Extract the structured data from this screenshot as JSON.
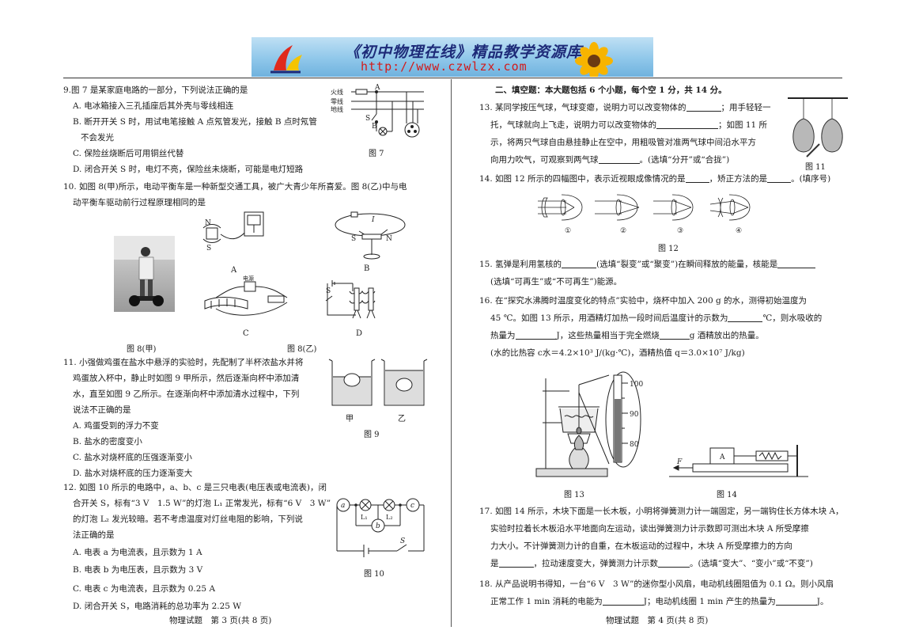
{
  "banner": {
    "title": "《初中物理在线》精品教学资源库",
    "url": "http://www.czwlzx.com"
  },
  "left": {
    "q9": {
      "stem": "9.图 7 是某家庭电路的一部分，下列说法正确的是",
      "A": "A. 电冰箱接入三孔插座后其外壳与零线相连",
      "B1": "B. 断开开关 S 时，用试电笔接触 A 点氖管发光，接触 B 点时氖管",
      "B2": "不会发光",
      "C": "C. 保险丝烧断后可用铜丝代替",
      "D": "D. 闭合开关 S 时，电灯不亮，保险丝未烧断，可能是电灯短路",
      "fig": "图 7",
      "labels": [
        "火线",
        "零线",
        "地线",
        "A",
        "S",
        "B"
      ]
    },
    "q10": {
      "stem1": "10. 如图 8(甲)所示，电动平衡车是一种新型交通工具，被广大青少年所喜爱。图 8(乙)中与电",
      "stem2": "动平衡车驱动前行过程原理相同的是",
      "figA": "A",
      "figB": "B",
      "figC": "C",
      "figD": "D",
      "fig_jia": "图 8(甲)",
      "fig_yi": "图 8(乙)",
      "labels": [
        "N",
        "S",
        "S",
        "N",
        "I",
        "电源",
        "S"
      ]
    },
    "q11": {
      "l1": "11. 小强做鸡蛋在盐水中悬浮的实验时，先配制了半杯浓盐水并将",
      "l2": "鸡蛋放入杯中，静止时如图 9 甲所示，然后逐渐向杯中添加清",
      "l3": "水，直至如图 9 乙所示。在逐渐向杯中添加清水过程中，下列",
      "l4": "说法不正确的是",
      "A": "A. 鸡蛋受到的浮力不变",
      "B": "B. 盐水的密度变小",
      "C": "C. 盐水对烧杯底的压强逐渐变小",
      "D": "D. 盐水对烧杯底的压力逐渐变大",
      "fig": "图 9",
      "jia": "甲",
      "yi": "乙"
    },
    "q12": {
      "l1": "12. 如图 10 所示的电路中，a、b、c 是三只电表(电压表或电流表)，闭",
      "l2": "合开关 S，标有“3 V　1.5 W”的灯泡 L₁ 正常发光，标有“6 V　3 W”",
      "l3": "的灯泡 L₂ 发光较暗。若不考虑温度对灯丝电阻的影响，下列说",
      "l4": "法正确的是",
      "A": "A. 电表 a 为电流表，且示数为 1 A",
      "B": "B. 电表 b 为电压表，且示数为 3 V",
      "C": "C. 电表 c 为电流表，且示数为 0.25 A",
      "D": "D. 闭合开关 S，电路消耗的总功率为 2.25 W",
      "fig": "图 10",
      "labels": [
        "a",
        "b",
        "c",
        "L₁",
        "L₂",
        "S"
      ]
    },
    "footer": "物理试题　第 3 页(共 8 页)"
  },
  "right": {
    "section": "二、填空题：本大题包括 6 个小题，每个空 1 分，共 14 分。",
    "q13": {
      "l1a": "13. 某同学按压气球，气球变瘪，说明力可以改变物体的",
      "l1b": "；用手轻轻一",
      "l2a": "托，气球就向上飞走，说明力可以改变物体的",
      "l2b": "；如图 11 所",
      "l3": "示，将两只气球自由悬挂静止在空中，用粗吸管对准两气球中间沿水平方",
      "l4a": "向用力吹气，可观察到两气球",
      "l4b": "。(选填“分开”或“合拢”)",
      "fig": "图 11"
    },
    "q14": {
      "la": "14. 如图 12 所示的四幅图中，表示近视眼成像情况的是",
      "lb": "，矫正方法的是",
      "lc": "。(填序号)",
      "labels": [
        "①",
        "②",
        "③",
        "④"
      ],
      "fig": "图 12"
    },
    "q15": {
      "l1a": "15. 氢弹是利用氢核的",
      "l1b": "(选填“裂变”或“聚变”)在瞬间释放的能量，核能是",
      "l2": "(选填“可再生”或“不可再生”)能源。"
    },
    "q16": {
      "l1": "16. 在“探究水沸腾时温度变化的特点”实验中，烧杯中加入 200 g 的水，测得初始温度为",
      "l2a": "45 ℃。如图 13 所示，用酒精灯加热一段时间后温度计的示数为",
      "l2b": "℃，则水吸收的",
      "l3a": "热量为",
      "l3b": "J，这些热量相当于完全燃烧",
      "l3c": "g 酒精放出的热量。",
      "l4": "(水的比热容 c水＝4.2×10³ J/(kg·℃)，酒精热值 q＝3.0×10⁷ J/kg)",
      "ticks": [
        "100",
        "90",
        "80"
      ],
      "fig13": "图 13",
      "fig14": "图 14",
      "blockA": "A",
      "force": "F"
    },
    "q17": {
      "l1": "17. 如图 14 所示，木块下面是一长木板，小明将弹簧测力计一端固定，另一端钩住长方体木块 A，",
      "l2": "实验时拉着长木板沿水平地面向左运动，读出弹簧测力计示数即可测出木块 A 所受摩擦",
      "l3": "力大小。不计弹簧测力计的自重，在木板运动的过程中，木块 A 所受摩擦力的方向",
      "l4a": "是",
      "l4b": "，拉动速度变大，弹簧测力计示数",
      "l4c": "。(选填“变大”、“变小”或“不变”)"
    },
    "q18": {
      "l1": "18. 从产品说明书得知，一台“6 V　3 W”的迷你型小风扇，电动机线圈阻值为 0.1 Ω。则小风扇",
      "l2a": "正常工作 1 min 消耗的电能为",
      "l2b": "J；电动机线圈 1 min 产生的热量为",
      "l2c": "J。"
    },
    "footer": "物理试题　第 4 页(共 8 页)"
  }
}
